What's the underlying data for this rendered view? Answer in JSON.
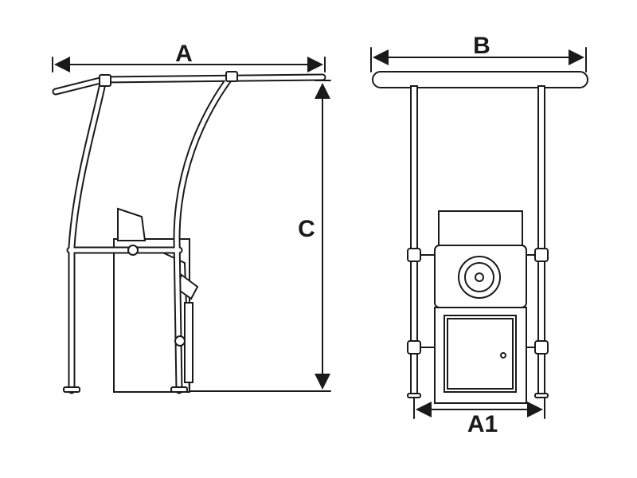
{
  "labels": {
    "a": "A",
    "b": "B",
    "c": "C",
    "a1": "A1"
  },
  "colors": {
    "line": "#1a1a1a",
    "background": "#ffffff"
  }
}
